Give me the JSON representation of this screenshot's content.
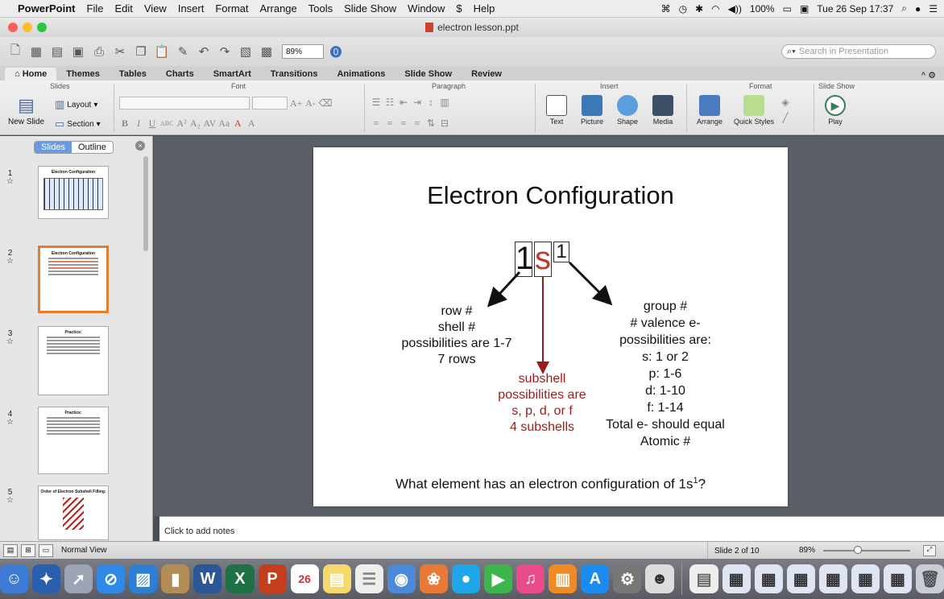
{
  "menubar": {
    "app": "PowerPoint",
    "items": [
      "File",
      "Edit",
      "View",
      "Insert",
      "Format",
      "Arrange",
      "Tools",
      "Slide Show",
      "Window"
    ],
    "help": "Help",
    "battery": "100%",
    "datetime": "Tue 26 Sep 17:37"
  },
  "window": {
    "title": "electron lesson.ppt"
  },
  "toolbar": {
    "zoom": "89%",
    "search_placeholder": "Search in Presentation"
  },
  "ribbon_tabs": [
    "Home",
    "Themes",
    "Tables",
    "Charts",
    "SmartArt",
    "Transitions",
    "Animations",
    "Slide Show",
    "Review"
  ],
  "ribbon": {
    "groups": {
      "slides": "Slides",
      "font": "Font",
      "paragraph": "Paragraph",
      "insert": "Insert",
      "format": "Format",
      "slideshow": "Slide Show"
    },
    "new_slide": "New Slide",
    "layout": "Layout",
    "section": "Section",
    "text": "Text",
    "picture": "Picture",
    "shape": "Shape",
    "media": "Media",
    "arrange": "Arrange",
    "quick_styles": "Quick Styles",
    "play": "Play"
  },
  "left_pane": {
    "tab_slides": "Slides",
    "tab_outline": "Outline",
    "thumbnails": [
      {
        "num": "1",
        "title": "Electron Configuration"
      },
      {
        "num": "2",
        "title": "Electron Configuration"
      },
      {
        "num": "3",
        "title": "Practice:"
      },
      {
        "num": "4",
        "title": "Practice:"
      },
      {
        "num": "5",
        "title": "Order of Electron Subshell Filling:"
      }
    ]
  },
  "slide": {
    "title": "Electron Configuration",
    "box1": "1",
    "box2": "s",
    "box3": "1",
    "left_lines": [
      "row #",
      "shell #",
      "possibilities are 1-7",
      "7 rows"
    ],
    "middle_lines": [
      "subshell",
      "possibilities are",
      "s, p, d, or f",
      "4 subshells"
    ],
    "right_lines": [
      "group #",
      "# valence e-",
      "possibilities are:",
      "s: 1 or 2",
      "p: 1-6",
      "d: 1-10",
      "f: 1-14",
      "Total e- should equal",
      "Atomic #"
    ],
    "question": "What element has an electron configuration of 1s",
    "question_sup": "1",
    "question_end": "?",
    "colors": {
      "red": "#9b1b1b",
      "arrow": "#111111"
    }
  },
  "notes": {
    "placeholder": "Click to add notes"
  },
  "status": {
    "view": "Normal View",
    "slide_count": "Slide 2 of 10",
    "zoom": "89%"
  },
  "dock": {
    "calendar_day": "26"
  }
}
